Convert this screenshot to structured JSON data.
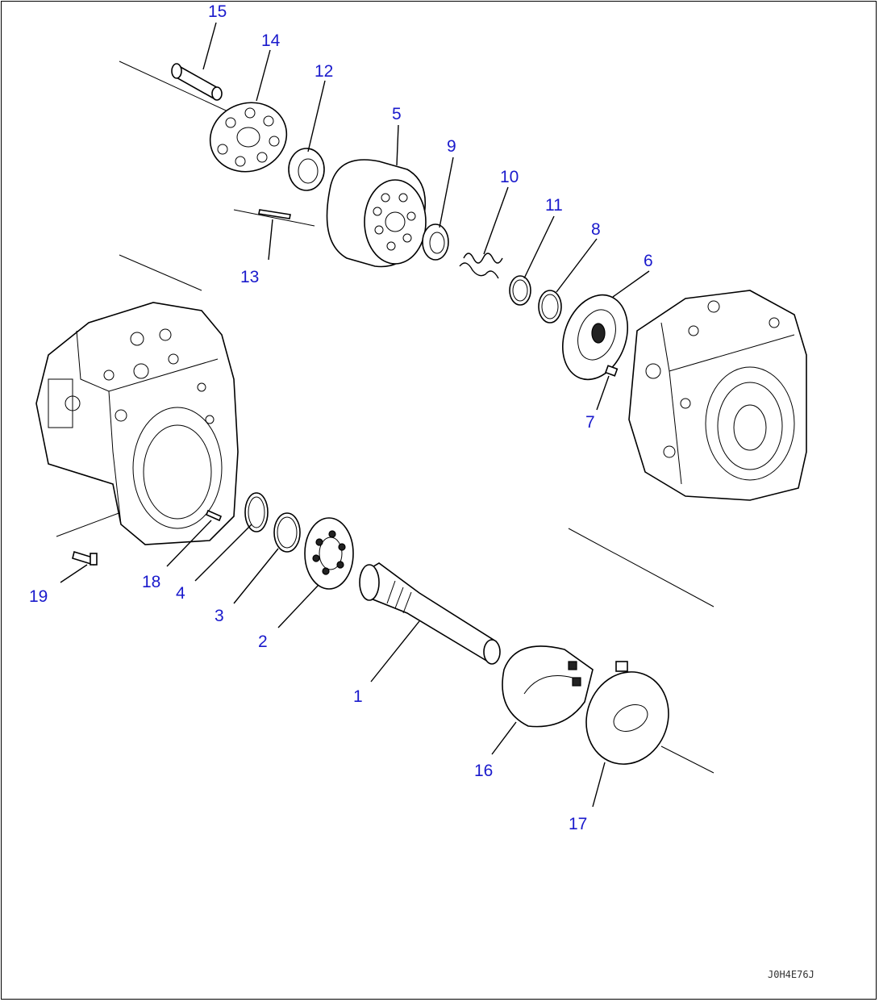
{
  "drawing_code": "J0H4E76J",
  "callouts": [
    {
      "id": "c1",
      "text": "1"
    },
    {
      "id": "c2",
      "text": "2"
    },
    {
      "id": "c3",
      "text": "3"
    },
    {
      "id": "c4",
      "text": "4"
    },
    {
      "id": "c5",
      "text": "5"
    },
    {
      "id": "c6",
      "text": "6"
    },
    {
      "id": "c7",
      "text": "7"
    },
    {
      "id": "c8",
      "text": "8"
    },
    {
      "id": "c9",
      "text": "9"
    },
    {
      "id": "c10",
      "text": "10"
    },
    {
      "id": "c11",
      "text": "11"
    },
    {
      "id": "c12",
      "text": "12"
    },
    {
      "id": "c13",
      "text": "13"
    },
    {
      "id": "c14",
      "text": "14"
    },
    {
      "id": "c15",
      "text": "15"
    },
    {
      "id": "c16",
      "text": "16"
    },
    {
      "id": "c17",
      "text": "17"
    },
    {
      "id": "c18",
      "text": "18"
    },
    {
      "id": "c19",
      "text": "19"
    }
  ]
}
